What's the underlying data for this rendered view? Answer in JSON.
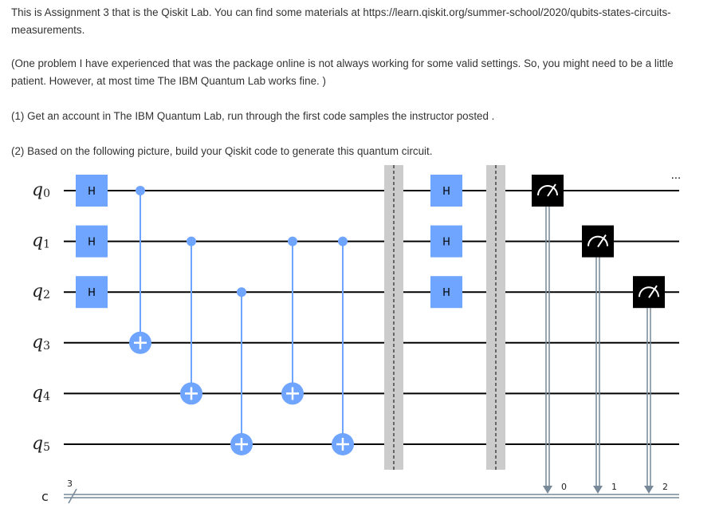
{
  "text": {
    "p1": "This is Assignment 3 that is the Qiskit Lab. You can find some materials at https://learn.qiskit.org/summer-school/2020/qubits-states-circuits-measurements.",
    "p2": "(One problem I have experienced that was the package online is not always working for some valid settings. So, you might need to be a little patient. However, at most time The IBM Quantum Lab works fine. )",
    "p3": "(1) Get an account in The IBM Quantum Lab, run through the first code samples the instructor posted .",
    "p4": "(2) Based on the following picture, build your Qiskit code to generate this quantum circuit."
  },
  "circuit": {
    "qubits": [
      {
        "letter": "q",
        "index": "0"
      },
      {
        "letter": "q",
        "index": "1"
      },
      {
        "letter": "q",
        "index": "2"
      },
      {
        "letter": "q",
        "index": "3"
      },
      {
        "letter": "q",
        "index": "4"
      },
      {
        "letter": "q",
        "index": "5"
      }
    ],
    "classical_register": {
      "name": "c",
      "size": "3"
    },
    "h_gate_label": "H",
    "first_h_layer": [
      0,
      1,
      2
    ],
    "cnots": [
      {
        "control": 0,
        "target": 3
      },
      {
        "control": 1,
        "target": 4
      },
      {
        "control": 2,
        "target": 5
      },
      {
        "control": 1,
        "target": 4
      },
      {
        "control": 1,
        "target": 5
      }
    ],
    "second_h_layer": [
      0,
      1,
      2
    ],
    "measurements": [
      {
        "qubit": 0,
        "cbit": "0"
      },
      {
        "qubit": 1,
        "cbit": "1"
      },
      {
        "qubit": 2,
        "cbit": "2"
      }
    ],
    "ellipsis": "···",
    "colors": {
      "h_gate": "#6fa4ff",
      "cnot": "#6fa4ff",
      "measure": "#000000",
      "barrier": "#cccccc",
      "classical_line": "#778899",
      "wire": "#000000"
    }
  }
}
